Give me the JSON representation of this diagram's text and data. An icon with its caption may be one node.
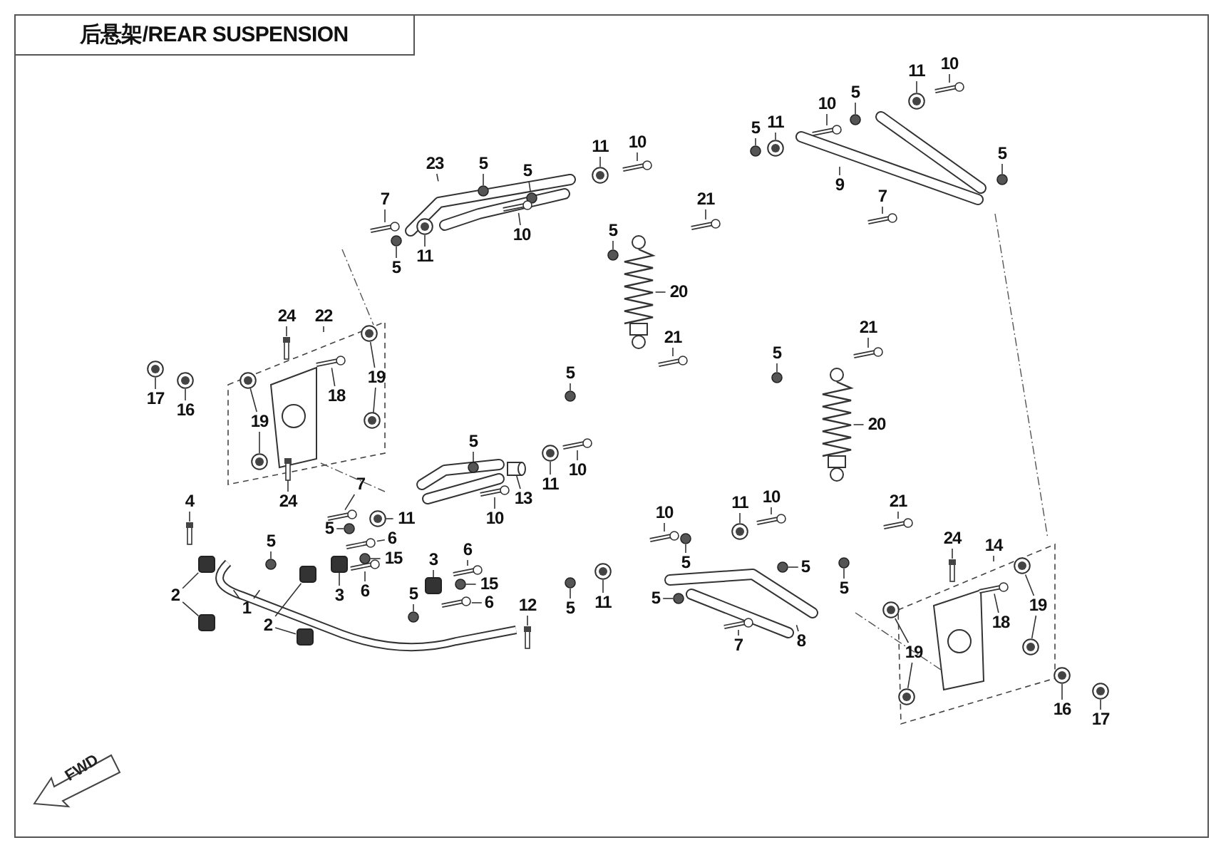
{
  "diagram": {
    "title": "后悬架/REAR SUSPENSION",
    "nodes": [
      {
        "text": [
          "7"
        ]
      },
      {
        "text": [
          "23"
        ]
      },
      {
        "text": [
          "5"
        ]
      },
      {
        "text": [
          "5"
        ]
      },
      {
        "text": [
          "11"
        ]
      },
      {
        "text": [
          "10"
        ]
      },
      {
        "text": [
          "10"
        ]
      },
      {
        "text": [
          "11"
        ]
      },
      {
        "text": [
          "5"
        ]
      },
      {
        "text": [
          "5"
        ]
      },
      {
        "text": [
          "11"
        ]
      },
      {
        "text": [
          "10"
        ]
      },
      {
        "text": [
          "5"
        ]
      },
      {
        "text": [
          "11"
        ]
      },
      {
        "text": [
          "10"
        ]
      },
      {
        "text": [
          "9"
        ]
      },
      {
        "text": [
          "7"
        ]
      },
      {
        "text": [
          "5"
        ]
      },
      {
        "text": [
          "5"
        ]
      },
      {
        "text": [
          "21"
        ]
      },
      {
        "text": [
          "20"
        ]
      },
      {
        "text": [
          "21"
        ]
      },
      {
        "text": [
          "5"
        ]
      },
      {
        "text": [
          "5"
        ]
      },
      {
        "text": [
          "21"
        ]
      },
      {
        "text": [
          "20"
        ]
      },
      {
        "text": [
          "21"
        ]
      },
      {
        "text": [
          "24"
        ]
      },
      {
        "text": [
          "22"
        ]
      },
      {
        "text": [
          "17"
        ]
      },
      {
        "text": [
          "16"
        ]
      },
      {
        "text": [
          "18"
        ]
      },
      {
        "text": [
          "19"
        ]
      },
      {
        "text": [
          "19"
        ]
      },
      {
        "text": [
          "24"
        ]
      },
      {
        "text": [
          "5"
        ]
      },
      {
        "text": [
          "7"
        ]
      },
      {
        "text": [
          "13"
        ]
      },
      {
        "text": [
          "11"
        ]
      },
      {
        "text": [
          "10"
        ]
      },
      {
        "text": [
          "10"
        ]
      },
      {
        "text": [
          "11"
        ]
      },
      {
        "text": [
          "5"
        ]
      },
      {
        "text": [
          "6"
        ]
      },
      {
        "text": [
          "15"
        ]
      },
      {
        "text": [
          "4"
        ]
      },
      {
        "text": [
          "5"
        ]
      },
      {
        "text": [
          "3"
        ]
      },
      {
        "text": [
          "6"
        ]
      },
      {
        "text": [
          "3"
        ]
      },
      {
        "text": [
          "6"
        ]
      },
      {
        "text": [
          "15"
        ]
      },
      {
        "text": [
          "6"
        ]
      },
      {
        "text": [
          "5"
        ]
      },
      {
        "text": [
          "2"
        ]
      },
      {
        "text": [
          "1"
        ]
      },
      {
        "text": [
          "2"
        ]
      },
      {
        "text": [
          "12"
        ]
      },
      {
        "text": [
          "5"
        ]
      },
      {
        "text": [
          "11"
        ]
      },
      {
        "text": [
          "10"
        ]
      },
      {
        "text": [
          "11"
        ]
      },
      {
        "text": [
          "10"
        ]
      },
      {
        "text": [
          "5"
        ]
      },
      {
        "text": [
          "5"
        ]
      },
      {
        "text": [
          "5"
        ]
      },
      {
        "text": [
          "5"
        ]
      },
      {
        "text": [
          "7"
        ]
      },
      {
        "text": [
          "8"
        ]
      },
      {
        "text": [
          "24"
        ]
      },
      {
        "text": [
          "14"
        ]
      },
      {
        "text": [
          "19"
        ]
      },
      {
        "text": [
          "18"
        ]
      },
      {
        "text": [
          "19"
        ]
      },
      {
        "text": [
          "16"
        ]
      },
      {
        "text": [
          "17"
        ]
      },
      {
        "text": [
          "FWD"
        ]
      },
      {
        "text": [],
        "shape": "bar"
      },
      {
        "text": [],
        "shape": "circle"
      },
      {
        "text": [],
        "shape": "circle"
      },
      {
        "text": [],
        "shape": "ring"
      },
      {
        "text": [],
        "shape": "bar"
      },
      {
        "text": [],
        "shape": "bar"
      },
      {
        "text": [],
        "shape": "ring"
      },
      {
        "text": [],
        "shape": "circle"
      },
      {
        "text": [],
        "shape": "circle"
      },
      {
        "text": [],
        "shape": "ring"
      },
      {
        "text": [],
        "shape": "bar"
      },
      {
        "text": [],
        "shape": "circle"
      },
      {
        "text": [],
        "shape": "ring"
      },
      {
        "text": [],
        "shape": "bar"
      },
      {
        "text": [],
        "shape": "bar"
      },
      {
        "text": [],
        "shape": "circle"
      },
      {
        "text": [],
        "shape": "circle"
      },
      {
        "text": [],
        "shape": "bar"
      },
      {
        "text": [],
        "shape": "spring"
      },
      {
        "text": [],
        "shape": "bar"
      },
      {
        "text": [],
        "shape": "circle"
      },
      {
        "text": [],
        "shape": "circle"
      },
      {
        "text": [],
        "shape": "bar"
      },
      {
        "text": [],
        "shape": "spring"
      },
      {
        "text": [],
        "shape": "bar"
      },
      {
        "text": [],
        "shape": "bar"
      },
      {
        "text": [],
        "shape": "ring"
      },
      {
        "text": [],
        "shape": "ring"
      },
      {
        "text": [],
        "shape": "bar"
      },
      {
        "text": [],
        "shape": "ring"
      },
      {
        "text": [],
        "shape": "ring"
      },
      {
        "text": [],
        "shape": "ring"
      },
      {
        "text": [],
        "shape": "ring"
      },
      {
        "text": [],
        "shape": "bar"
      },
      {
        "text": [],
        "shape": "circle"
      },
      {
        "text": [],
        "shape": "bar"
      },
      {
        "text": [],
        "shape": "cylinder"
      },
      {
        "text": [],
        "shape": "ring"
      },
      {
        "text": [],
        "shape": "bar"
      },
      {
        "text": [],
        "shape": "bar"
      },
      {
        "text": [],
        "shape": "ring"
      },
      {
        "text": [],
        "shape": "circle"
      },
      {
        "text": [],
        "shape": "bar"
      },
      {
        "text": [],
        "shape": "circle"
      },
      {
        "text": [],
        "shape": "bar"
      },
      {
        "text": [],
        "shape": "circle"
      },
      {
        "text": [],
        "shape": "box"
      },
      {
        "text": [],
        "shape": "bar"
      },
      {
        "text": [],
        "shape": "box"
      },
      {
        "text": [],
        "shape": "bar"
      },
      {
        "text": [],
        "shape": "circle"
      },
      {
        "text": [],
        "shape": "bar"
      },
      {
        "text": [],
        "shape": "circle"
      },
      {
        "text": [],
        "shape": "box"
      },
      {
        "text": [],
        "shape": "box"
      },
      {
        "text": [],
        "shape": "box"
      },
      {
        "text": [],
        "shape": "box"
      },
      {
        "text": [],
        "shape": "bar"
      },
      {
        "text": [],
        "shape": "circle"
      },
      {
        "text": [],
        "shape": "ring"
      },
      {
        "text": [],
        "shape": "bar"
      },
      {
        "text": [],
        "shape": "ring"
      },
      {
        "text": [],
        "shape": "bar"
      },
      {
        "text": [],
        "shape": "circle"
      },
      {
        "text": [],
        "shape": "circle"
      },
      {
        "text": [],
        "shape": "circle"
      },
      {
        "text": [],
        "shape": "circle"
      },
      {
        "text": [],
        "shape": "bar"
      },
      {
        "text": [],
        "shape": "bar"
      },
      {
        "text": [],
        "shape": "ring"
      },
      {
        "text": [],
        "shape": "ring"
      },
      {
        "text": [],
        "shape": "bar"
      },
      {
        "text": [],
        "shape": "ring"
      },
      {
        "text": [],
        "shape": "ring"
      },
      {
        "text": [],
        "shape": "ring"
      },
      {
        "text": [],
        "shape": "ring"
      }
    ],
    "edges": [
      {
        "from": 0,
        "to": 77,
        "arrow": "none"
      },
      {
        "from": 1,
        "to": null,
        "arrow": "none"
      },
      {
        "from": 2,
        "to": 78,
        "arrow": "none"
      },
      {
        "from": 3,
        "to": 79,
        "arrow": "none"
      },
      {
        "from": 4,
        "to": 80,
        "arrow": "none"
      },
      {
        "from": 5,
        "to": 81,
        "arrow": "none"
      },
      {
        "from": 6,
        "to": 82,
        "arrow": "none"
      },
      {
        "from": 7,
        "to": 83,
        "arrow": "none"
      },
      {
        "from": 8,
        "to": 84,
        "arrow": "none"
      },
      {
        "from": 9,
        "to": 85,
        "arrow": "none"
      },
      {
        "from": 10,
        "to": 86,
        "arrow": "none"
      },
      {
        "from": 11,
        "to": 87,
        "arrow": "none"
      },
      {
        "from": 12,
        "to": 88,
        "arrow": "none"
      },
      {
        "from": 13,
        "to": 89,
        "arrow": "none"
      },
      {
        "from": 14,
        "to": 90,
        "arrow": "none"
      },
      {
        "from": 15,
        "to": null,
        "arrow": "none"
      },
      {
        "from": 16,
        "to": 91,
        "arrow": "none"
      },
      {
        "from": 17,
        "to": 92,
        "arrow": "none"
      },
      {
        "from": 18,
        "to": 93,
        "arrow": "none"
      },
      {
        "from": 19,
        "to": 94,
        "arrow": "none"
      },
      {
        "from": 20,
        "to": 95,
        "arrow": "none"
      },
      {
        "from": 21,
        "to": 96,
        "arrow": "none"
      },
      {
        "from": 22,
        "to": 97,
        "arrow": "none"
      },
      {
        "from": 23,
        "to": 98,
        "arrow": "none"
      },
      {
        "from": 24,
        "to": 99,
        "arrow": "none"
      },
      {
        "from": 25,
        "to": 100,
        "arrow": "none"
      },
      {
        "from": 26,
        "to": 101,
        "arrow": "none"
      },
      {
        "from": 27,
        "to": 102,
        "arrow": "none"
      },
      {
        "from": 28,
        "to": null,
        "arrow": "none"
      },
      {
        "from": 29,
        "to": 103,
        "arrow": "none"
      },
      {
        "from": 30,
        "to": 104,
        "arrow": "none"
      },
      {
        "from": 31,
        "to": 105,
        "arrow": "none"
      },
      {
        "from": 32,
        "to": 106,
        "arrow": "none"
      },
      {
        "from": 32,
        "to": 107,
        "arrow": "none"
      },
      {
        "from": 33,
        "to": 108,
        "arrow": "none"
      },
      {
        "from": 33,
        "to": 109,
        "arrow": "none"
      },
      {
        "from": 34,
        "to": 110,
        "arrow": "none"
      },
      {
        "from": 35,
        "to": 111,
        "arrow": "none"
      },
      {
        "from": 36,
        "to": 112,
        "arrow": "none"
      },
      {
        "from": 37,
        "to": 113,
        "arrow": "none"
      },
      {
        "from": 38,
        "to": 114,
        "arrow": "none"
      },
      {
        "from": 39,
        "to": 115,
        "arrow": "none"
      },
      {
        "from": 40,
        "to": 116,
        "arrow": "none"
      },
      {
        "from": 41,
        "to": 117,
        "arrow": "none"
      },
      {
        "from": 42,
        "to": 118,
        "arrow": "none"
      },
      {
        "from": 43,
        "to": 119,
        "arrow": "none"
      },
      {
        "from": 44,
        "to": 120,
        "arrow": "none"
      },
      {
        "from": 45,
        "to": 121,
        "arrow": "none"
      },
      {
        "from": 46,
        "to": 122,
        "arrow": "none"
      },
      {
        "from": 47,
        "to": 123,
        "arrow": "none"
      },
      {
        "from": 48,
        "to": 124,
        "arrow": "none"
      },
      {
        "from": 49,
        "to": 125,
        "arrow": "none"
      },
      {
        "from": 50,
        "to": 126,
        "arrow": "none"
      },
      {
        "from": 51,
        "to": 127,
        "arrow": "none"
      },
      {
        "from": 52,
        "to": 128,
        "arrow": "none"
      },
      {
        "from": 53,
        "to": 129,
        "arrow": "none"
      },
      {
        "from": 54,
        "to": 130,
        "arrow": "none"
      },
      {
        "from": 54,
        "to": 131,
        "arrow": "none"
      },
      {
        "from": 55,
        "to": null,
        "arrow": "none"
      },
      {
        "from": 55,
        "to": null,
        "arrow": "none"
      },
      {
        "from": 56,
        "to": 132,
        "arrow": "none"
      },
      {
        "from": 56,
        "to": 133,
        "arrow": "none"
      },
      {
        "from": 57,
        "to": 134,
        "arrow": "none"
      },
      {
        "from": 58,
        "to": 135,
        "arrow": "none"
      },
      {
        "from": 59,
        "to": 136,
        "arrow": "none"
      },
      {
        "from": 60,
        "to": 137,
        "arrow": "none"
      },
      {
        "from": 61,
        "to": 138,
        "arrow": "none"
      },
      {
        "from": 62,
        "to": 139,
        "arrow": "none"
      },
      {
        "from": 63,
        "to": 140,
        "arrow": "none"
      },
      {
        "from": 64,
        "to": 141,
        "arrow": "none"
      },
      {
        "from": 65,
        "to": 142,
        "arrow": "none"
      },
      {
        "from": 66,
        "to": 143,
        "arrow": "none"
      },
      {
        "from": 67,
        "to": 144,
        "arrow": "none"
      },
      {
        "from": 68,
        "to": null,
        "arrow": "none"
      },
      {
        "from": 69,
        "to": 145,
        "arrow": "none"
      },
      {
        "from": 70,
        "to": null,
        "arrow": "none"
      },
      {
        "from": 71,
        "to": 146,
        "arrow": "none"
      },
      {
        "from": 71,
        "to": 147,
        "arrow": "none"
      },
      {
        "from": 72,
        "to": 148,
        "arrow": "none"
      },
      {
        "from": 73,
        "to": 149,
        "arrow": "none"
      },
      {
        "from": 73,
        "to": 150,
        "arrow": "none"
      },
      {
        "from": 74,
        "to": 151,
        "arrow": "none"
      },
      {
        "from": 75,
        "to": 152,
        "arrow": "none"
      }
    ]
  }
}
